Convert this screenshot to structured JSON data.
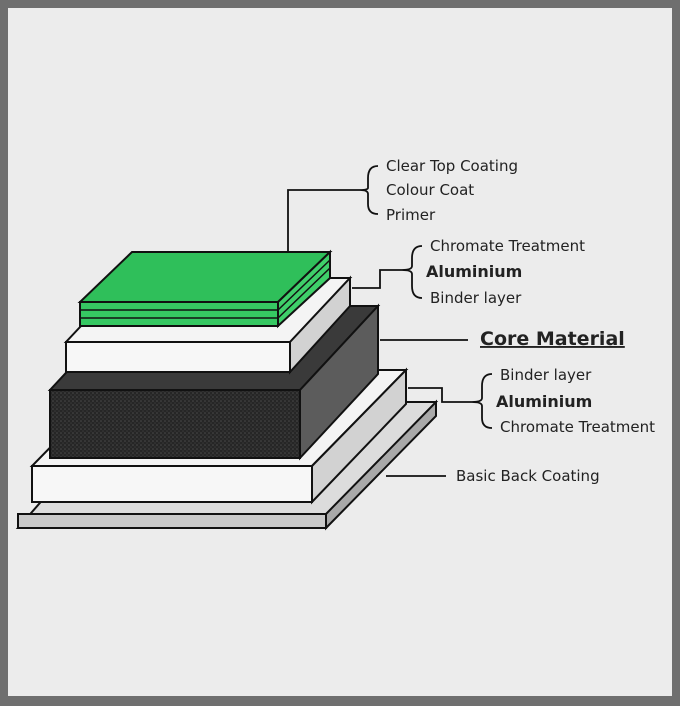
{
  "labels": {
    "top_group": [
      "Clear Top Coating",
      "Colour Coat",
      "Primer"
    ],
    "upper_aluminium_group": [
      "Chromate Treatment",
      "Aluminium",
      "Binder layer"
    ],
    "core": "Core Material",
    "lower_aluminium_group": [
      "Binder layer",
      "Aluminium",
      "Chromate Treatment"
    ],
    "back": "Basic Back Coating"
  },
  "colors": {
    "frame": "#6f6f6f",
    "background": "#ececec",
    "coating_green": "#2fbf5a",
    "core_dark": "#2a2a2a",
    "aluminium_white": "#f7f7f7",
    "back_coating": "#c9c9c9"
  }
}
